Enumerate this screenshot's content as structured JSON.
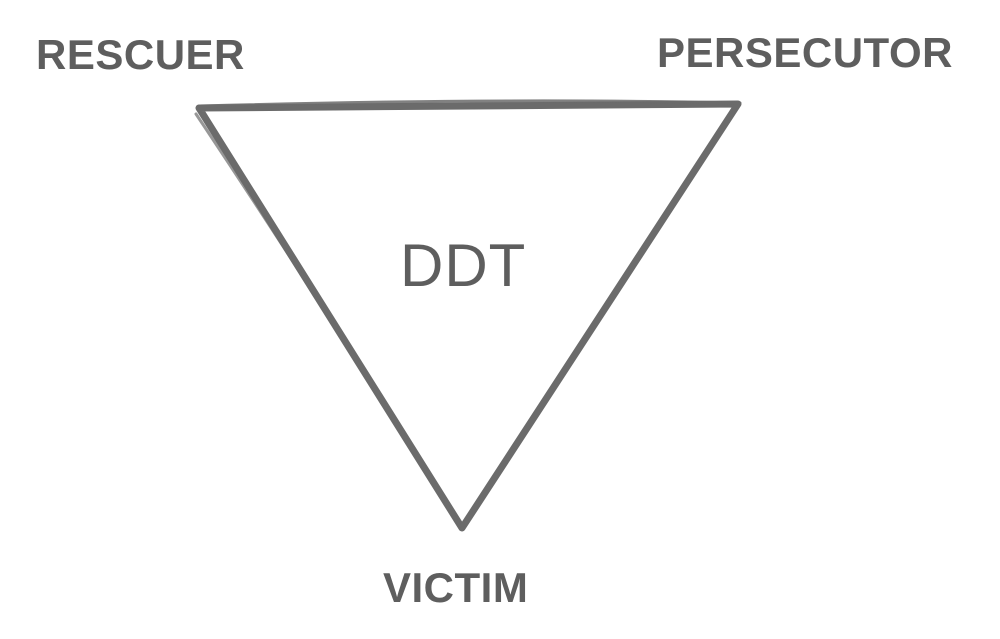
{
  "diagram": {
    "type": "inverted-triangle",
    "center_label": "DDT",
    "vertices": {
      "top_left": "RESCUER",
      "top_right": "PERSECUTOR",
      "bottom": "VICTIM"
    }
  },
  "colors": {
    "stroke": "#6b6b6b",
    "text": "#5e5e5e",
    "background": "#ffffff"
  }
}
